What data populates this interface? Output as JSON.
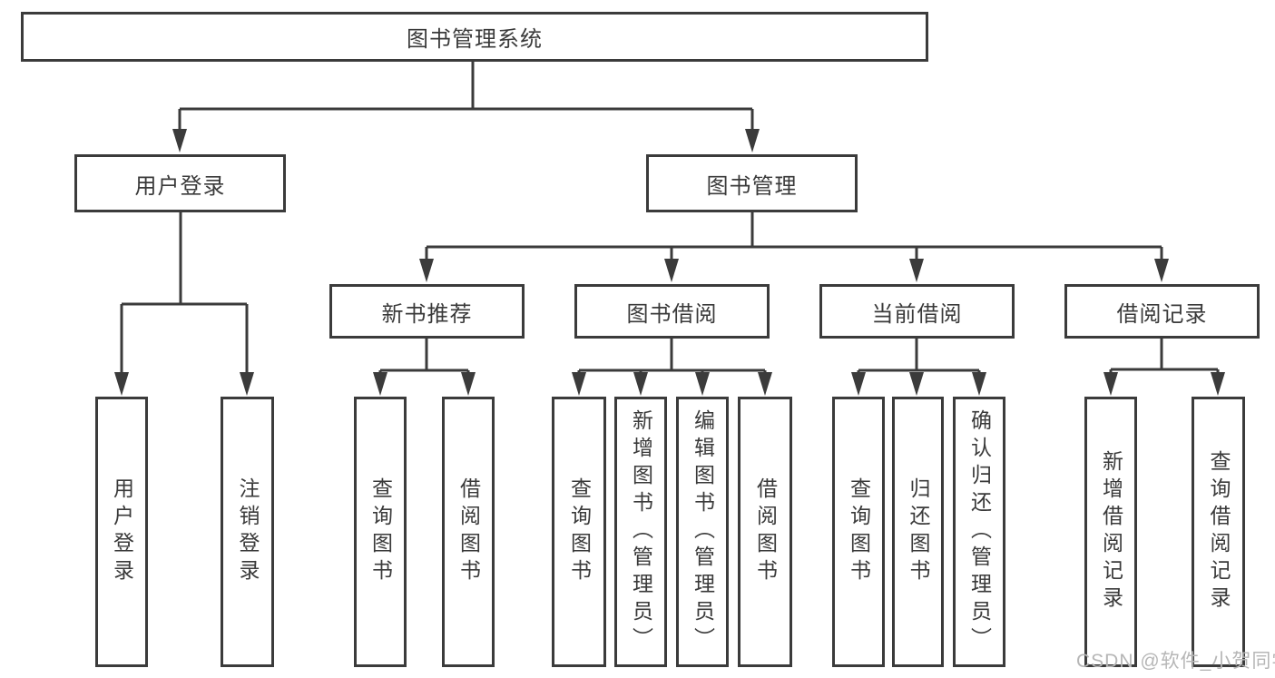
{
  "tree": {
    "root": "图书管理系统",
    "login": {
      "label": "用户登录",
      "children": [
        "用户登录",
        "注销登录"
      ]
    },
    "mgmt": {
      "label": "图书管理",
      "sections": [
        {
          "label": "新书推荐",
          "children": [
            "查询图书",
            "借阅图书"
          ]
        },
        {
          "label": "图书借阅",
          "children": [
            "查询图书",
            "新增图书（管理员）",
            "编辑图书（管理员）",
            "借阅图书"
          ]
        },
        {
          "label": "当前借阅",
          "children": [
            "查询图书",
            "归还图书",
            "确认归还（管理员）"
          ]
        },
        {
          "label": "借阅记录",
          "children": [
            "新增借阅记录",
            "查询借阅记录"
          ]
        }
      ]
    }
  },
  "watermark": "CSDN @软件_小贺同学",
  "colors": {
    "line": "#3b3b3b",
    "text": "#3a3a3a",
    "watermark": "#b6b6b6"
  }
}
